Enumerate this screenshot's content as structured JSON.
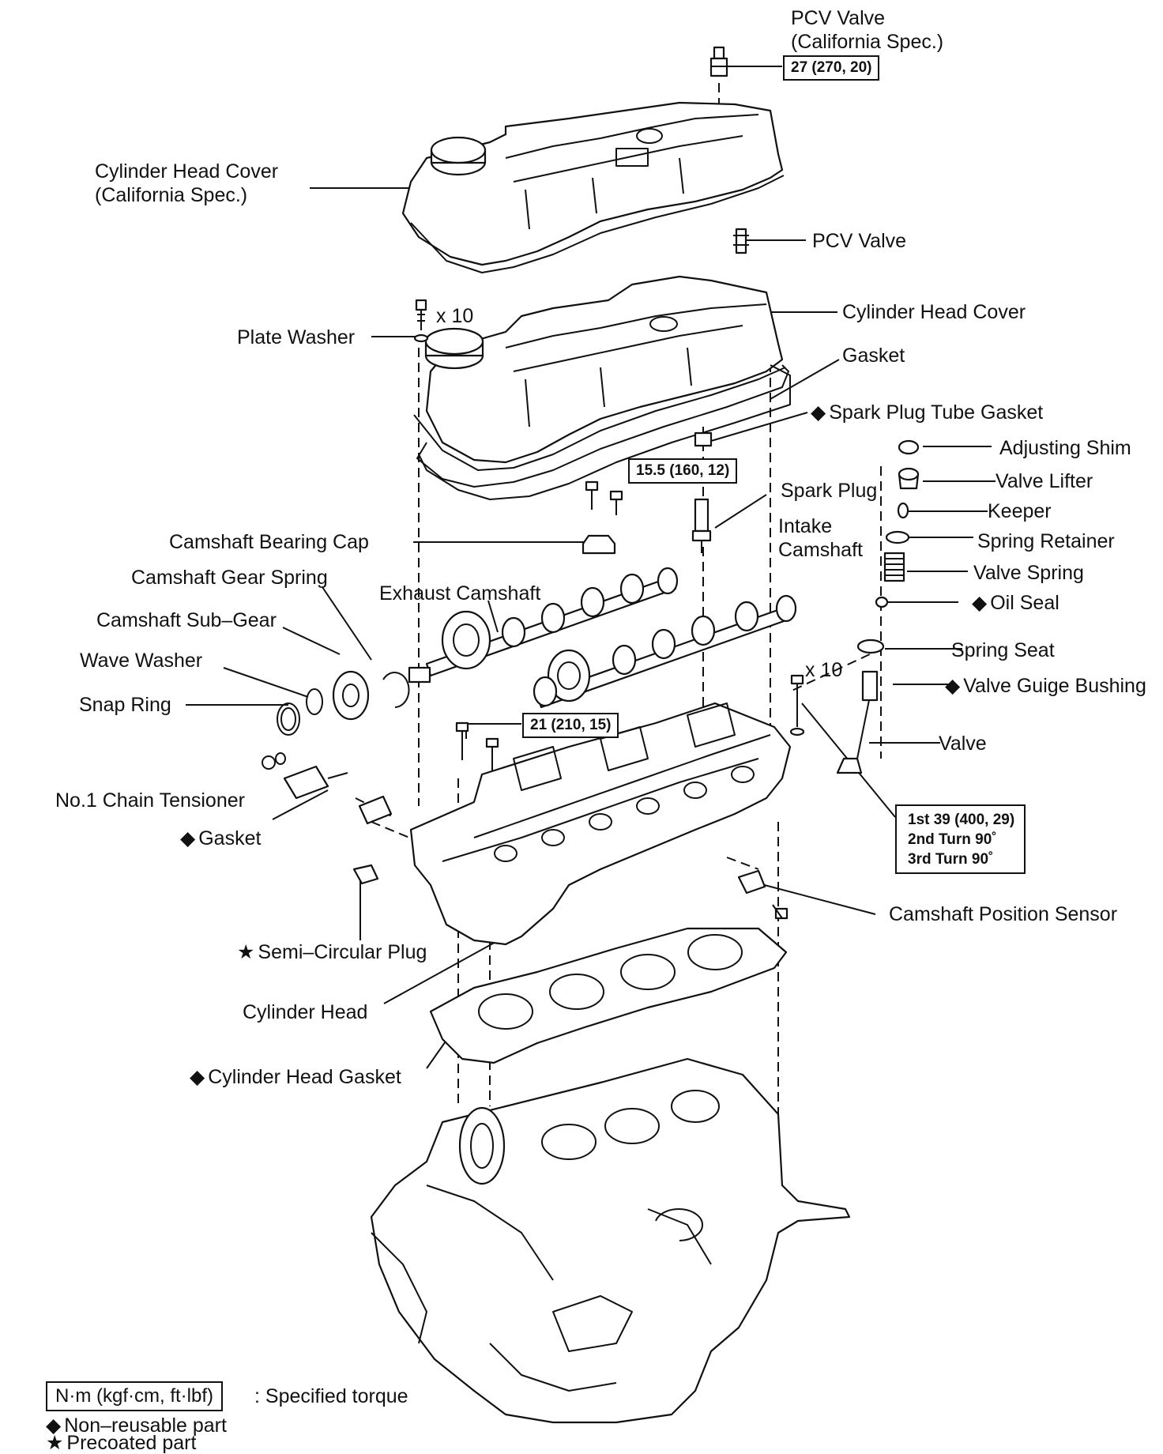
{
  "labels": {
    "pcv_valve_ca": [
      "PCV Valve",
      "(California Spec.)"
    ],
    "torque_pcv": "27 (270, 20)",
    "cylinder_head_cover_ca": [
      "Cylinder Head Cover",
      "(California Spec.)"
    ],
    "pcv_valve": "PCV Valve",
    "x10_top": "x 10",
    "plate_washer": "Plate Washer",
    "cylinder_head_cover": "Cylinder Head Cover",
    "gasket_cover": "Gasket",
    "spark_plug_tube_gasket": "Spark Plug Tube Gasket",
    "torque_bearing_cap": "15.5 (160, 12)",
    "adjusting_shim": "Adjusting Shim",
    "valve_lifter": "Valve Lifter",
    "spark_plug": "Spark Plug",
    "keeper": "Keeper",
    "intake_camshaft": [
      "Intake",
      "Camshaft"
    ],
    "spring_retainer": "Spring Retainer",
    "camshaft_bearing_cap": "Camshaft Bearing Cap",
    "valve_spring": "Valve Spring",
    "camshaft_gear_spring": "Camshaft Gear Spring",
    "exhaust_camshaft": "Exhaust Camshaft",
    "oil_seal": "Oil Seal",
    "camshaft_sub_gear": "Camshaft Sub–Gear",
    "spring_seat": "Spring Seat",
    "wave_washer": "Wave Washer",
    "x10_head": "x 10",
    "valve_guide_bushing": "Valve Guige Bushing",
    "snap_ring": "Snap Ring",
    "torque_head_rear": "21 (210, 15)",
    "valve": "Valve",
    "no1_chain_tensioner": "No.1 Chain Tensioner",
    "torque_head_bolts": [
      "1st 39 (400, 29)",
      "2nd Turn 90˚",
      "3rd Turn 90˚"
    ],
    "gasket_tensioner": "Gasket",
    "camshaft_position_sensor": "Camshaft Position Sensor",
    "semi_circular_plug": "Semi–Circular Plug",
    "cylinder_head": "Cylinder Head",
    "cylinder_head_gasket": "Cylinder Head Gasket"
  },
  "legend": {
    "unit": "N·m (kgf·cm, ft·lbf)",
    "unit_desc": ": Specified torque",
    "non_reusable": "Non–reusable part",
    "precoated": "Precoated part"
  },
  "symbols": {
    "non_reusable": "◆",
    "precoated": "★"
  }
}
